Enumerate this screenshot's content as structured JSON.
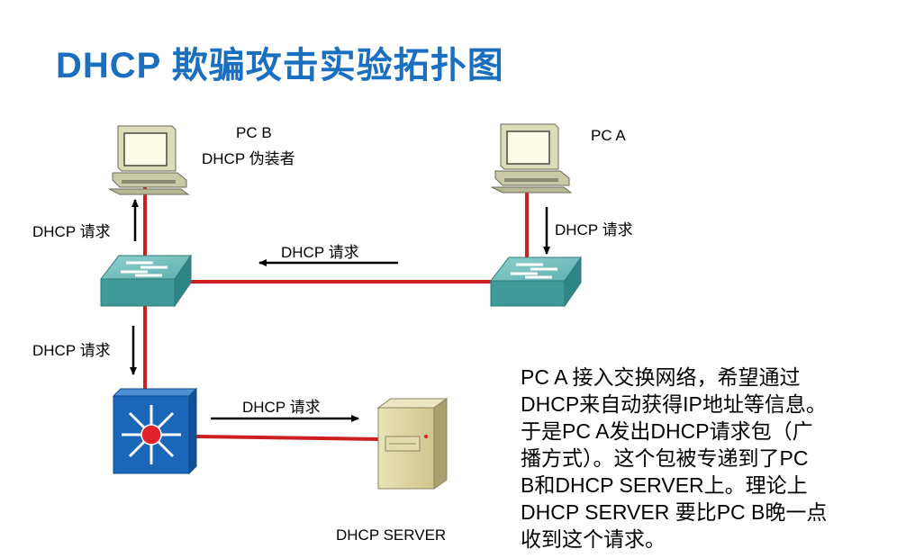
{
  "title": "DHCP 欺骗攻击实验拓扑图",
  "nodes": {
    "pc_b": {
      "name": "PC B",
      "role": "DHCP 伪装者"
    },
    "pc_a": {
      "name": "PC A"
    },
    "server": {
      "name": "DHCP SERVER"
    }
  },
  "arrows": {
    "pc_b_up": "DHCP 请求",
    "pc_a_down": "DHCP 请求",
    "switch_link": "DHCP 请求",
    "switch_down": "DHCP 请求",
    "to_server": "DHCP 请求"
  },
  "description": [
    "PC A 接入交换网络，希望通过",
    "DHCP来自动获得IP地址等信息。",
    "于是PC A发出DHCP请求包（广",
    "播方式）。这个包被专递到了PC",
    "B和DHCP SERVER上。理论上",
    "DHCP SERVER 要比PC B晚一点",
    "收到这个请求。"
  ],
  "colors": {
    "title": "#1a6fc0",
    "link": "#cc1f1f",
    "switch": "#3f9a9a",
    "l3switch": "#1a66b8"
  }
}
